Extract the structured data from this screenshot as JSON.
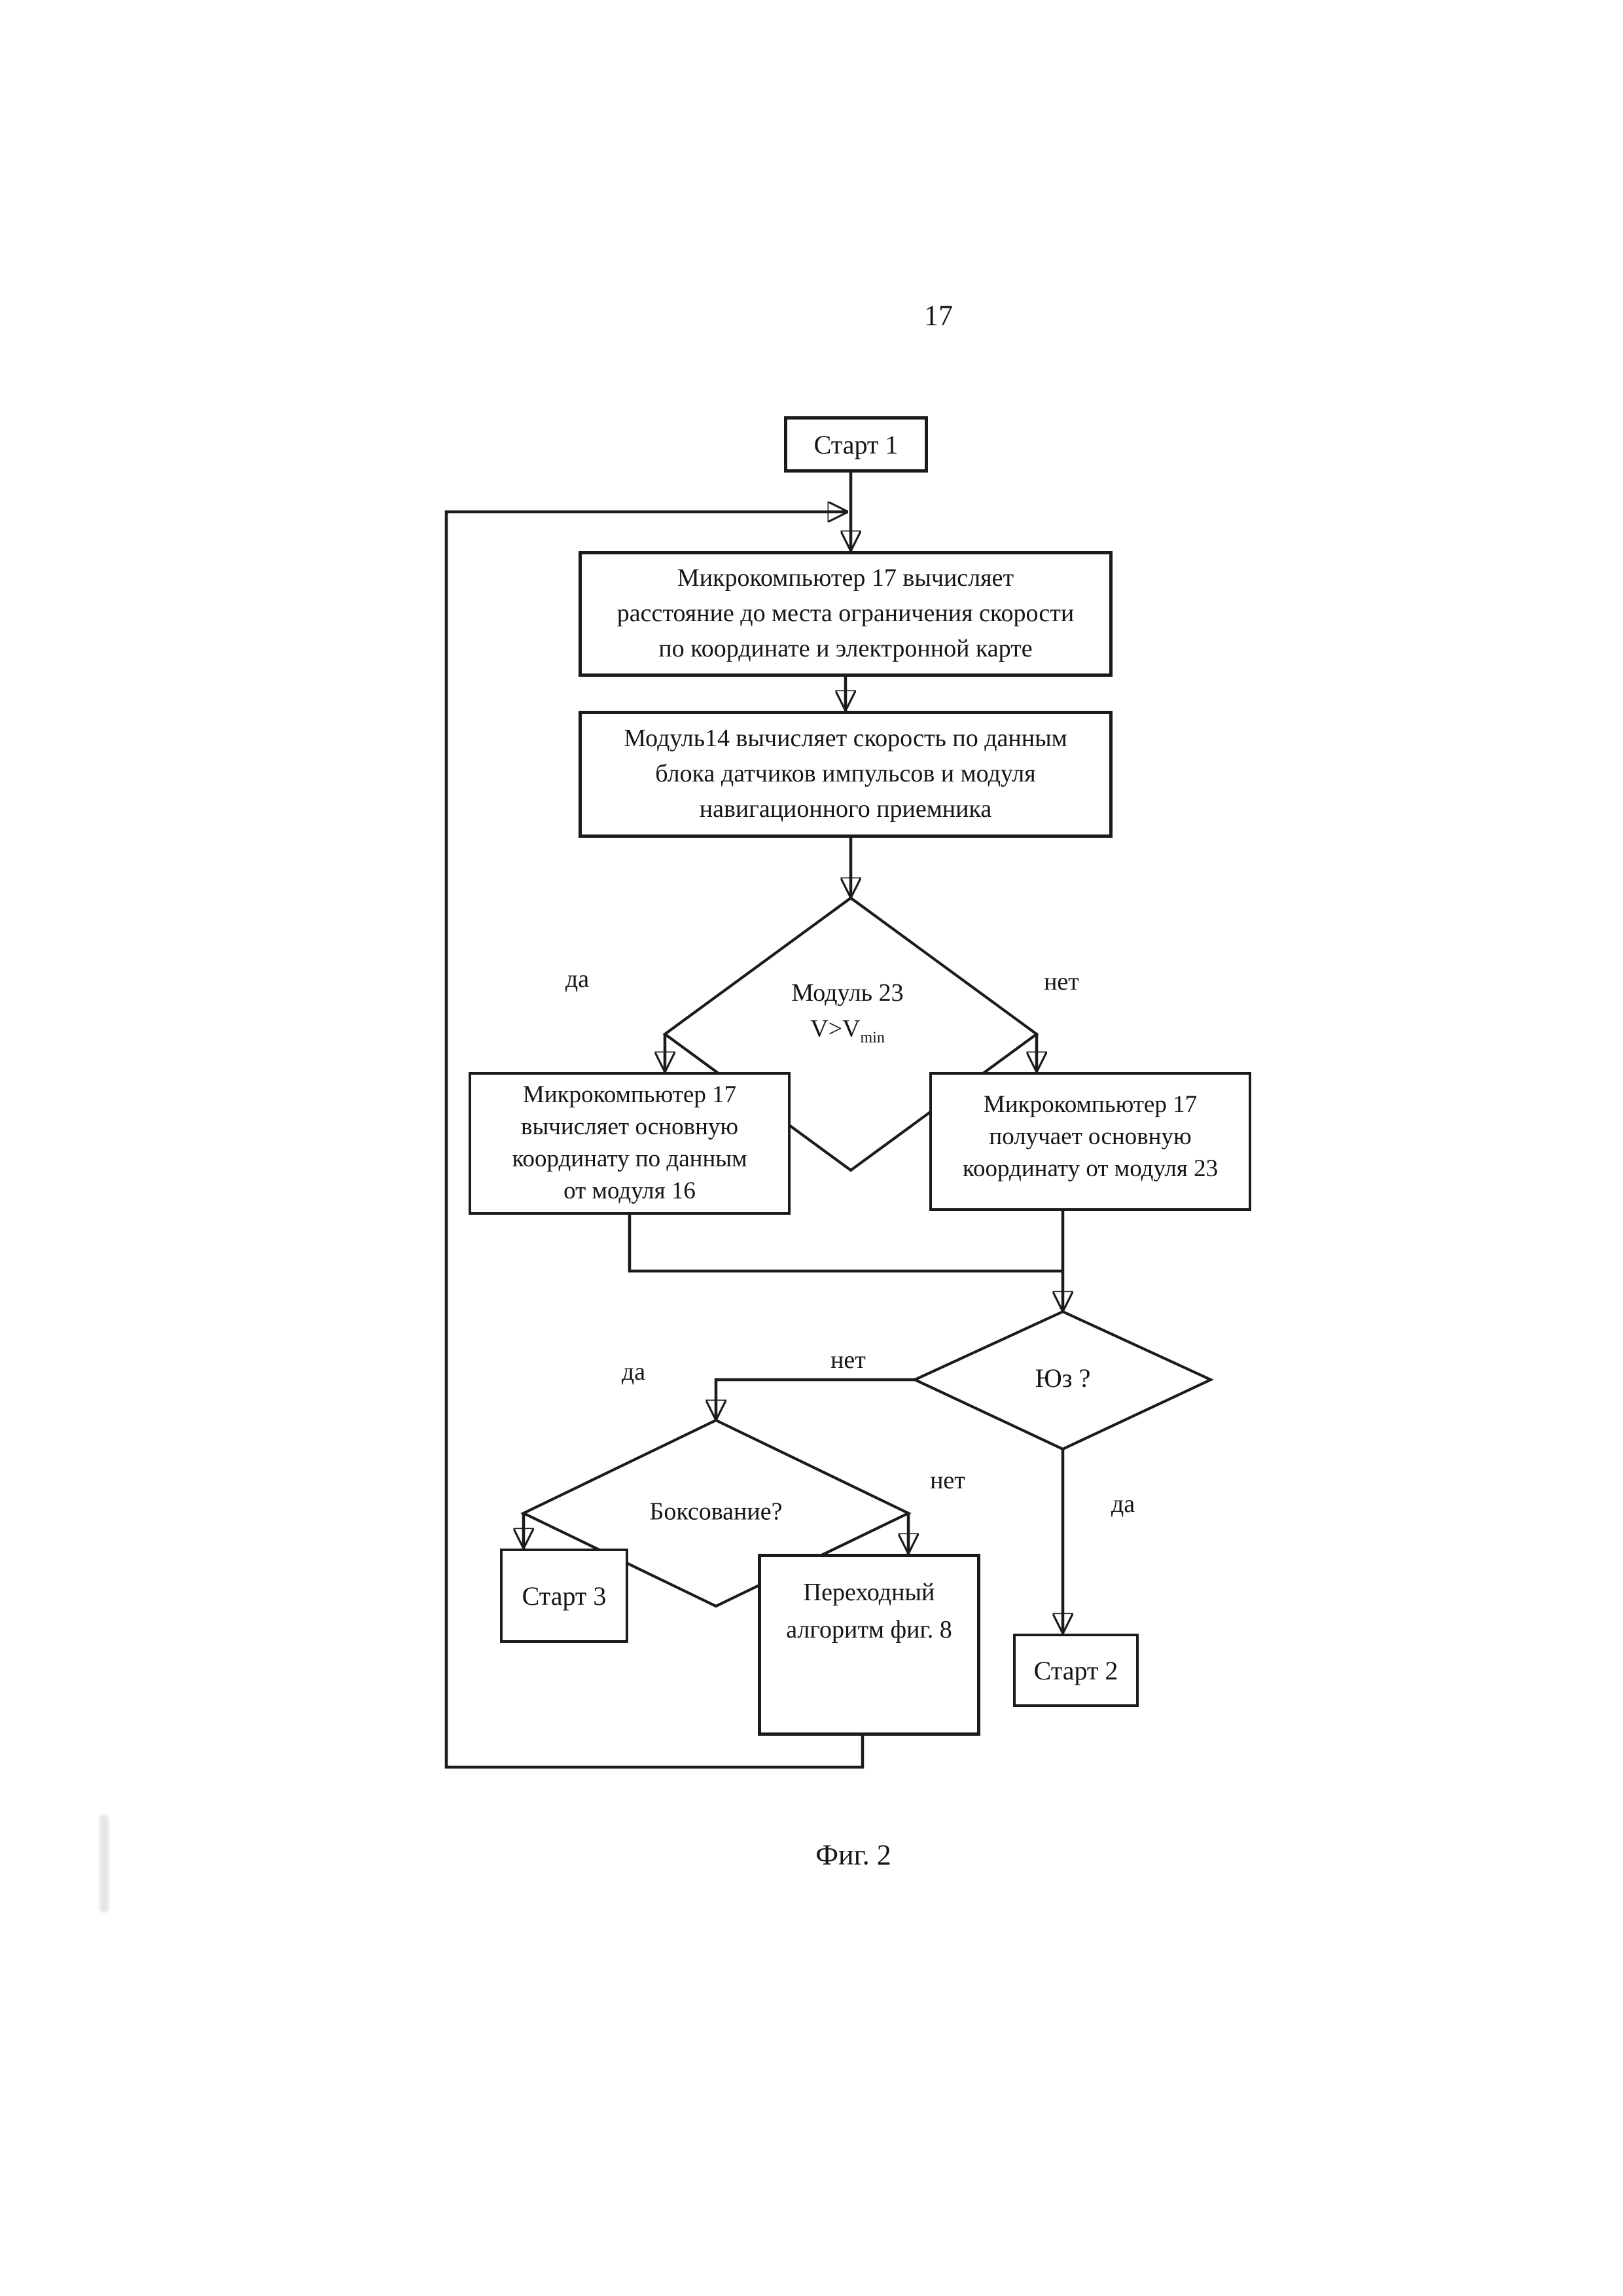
{
  "page": {
    "number": "17",
    "figure_caption": "Фиг. 2"
  },
  "colors": {
    "ink": "#1b1b1b",
    "paper": "#ffffff"
  },
  "flowchart": {
    "start1": {
      "label": "Старт 1"
    },
    "box_compute_distance": {
      "lines": [
        "Микрокомпьютер 17 вычисляет",
        "расстояние до места ограничения скорости",
        "по координате и электронной карте"
      ]
    },
    "box_compute_speed": {
      "lines": [
        "Модуль14 вычисляет скорость по данным",
        "блока датчиков импульсов и модуля",
        "навигационного приемника"
      ]
    },
    "decision_module23": {
      "line1": "Модуль 23",
      "line2_base": "V>V",
      "line2_sub": "min",
      "label_yes": "да",
      "label_no": "нет"
    },
    "box_compute_coordinate": {
      "lines": [
        "Микрокомпьютер  17",
        "вычисляет основную",
        "координату по данным",
        "от модуля 16"
      ]
    },
    "box_receive_coordinate": {
      "lines": [
        "Микрокомпьютер 17",
        "получает основную",
        "координату от модуля 23"
      ]
    },
    "decision_skid": {
      "question": "Юз ?",
      "label_yes": "да",
      "label_no": "нет"
    },
    "decision_slipping": {
      "question": "Боксование?",
      "label_yes": "да",
      "label_no": "нет"
    },
    "start3": {
      "label": "Старт 3"
    },
    "box_transition": {
      "lines": [
        "Переходный",
        "алгоритм фиг. 8"
      ]
    },
    "start2": {
      "label": "Старт 2"
    }
  }
}
